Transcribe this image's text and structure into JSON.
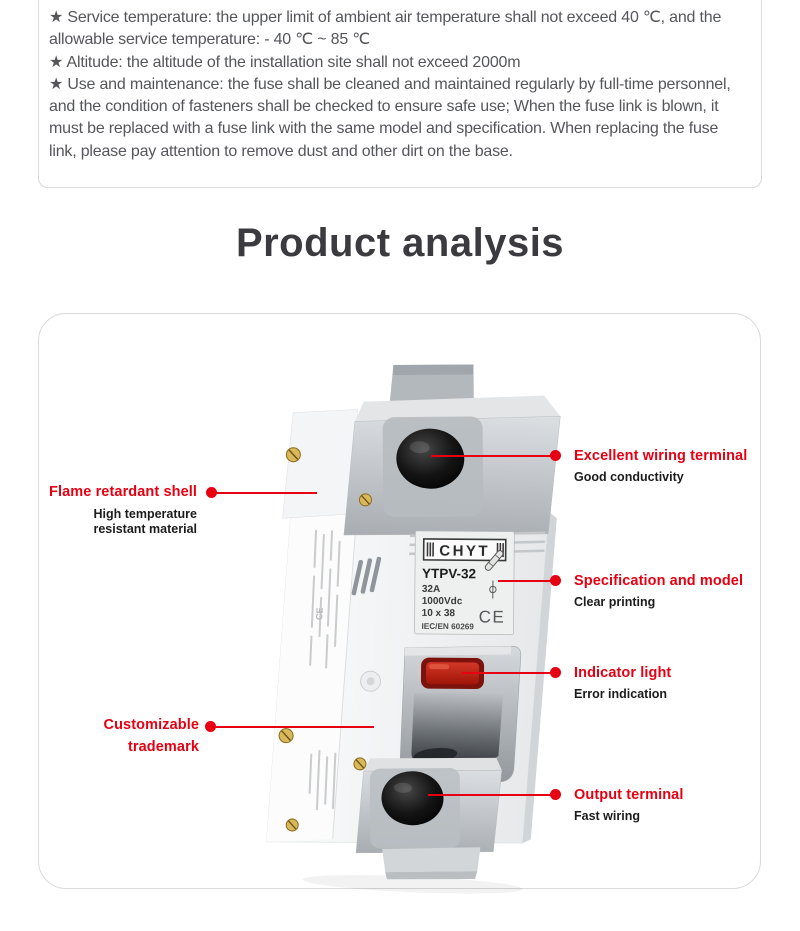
{
  "notice_box": {
    "items": [
      "★ Service temperature: the upper limit of ambient air temperature shall not exceed 40 ℃, and the allowable service temperature: - 40 ℃ ~ 85 ℃",
      "★ Altitude: the altitude of the installation site shall not exceed 2000m",
      "★ Use and maintenance: the fuse shall be cleaned and maintained regularly by full-time personnel, and the condition of fasteners shall be checked to ensure safe use; When the fuse link is blown, it must be replaced with a fuse link with the same model and specification. When replacing the fuse link, please pay attention to remove dust and other dirt on the base."
    ]
  },
  "heading": {
    "title": "Product analysis"
  },
  "product": {
    "label": {
      "brand": "CHYT",
      "model": "YTPV-32",
      "current": "32A",
      "voltage": "1000Vdc",
      "size": "10 x 38",
      "standard": "IEC/EN 60269",
      "ce_mark": "CE"
    }
  },
  "callouts": {
    "flame": {
      "title": "Flame retardant shell",
      "sub1": "High temperature",
      "sub2": "resistant material"
    },
    "trademark": {
      "title1": "Customizable",
      "title2": "trademark"
    },
    "wiring": {
      "title": "Excellent wiring terminal",
      "sub": "Good conductivity"
    },
    "spec": {
      "title": "Specification and model",
      "sub": "Clear printing"
    },
    "indicator": {
      "title": "Indicator light",
      "sub": "Error indication"
    },
    "output": {
      "title": "Output terminal",
      "sub": "Fast wiring"
    }
  },
  "colors": {
    "accent_red": "#e60012",
    "heading_text": "#3b3b3f",
    "body_text": "#55565a",
    "panel_border": "#dadada"
  }
}
